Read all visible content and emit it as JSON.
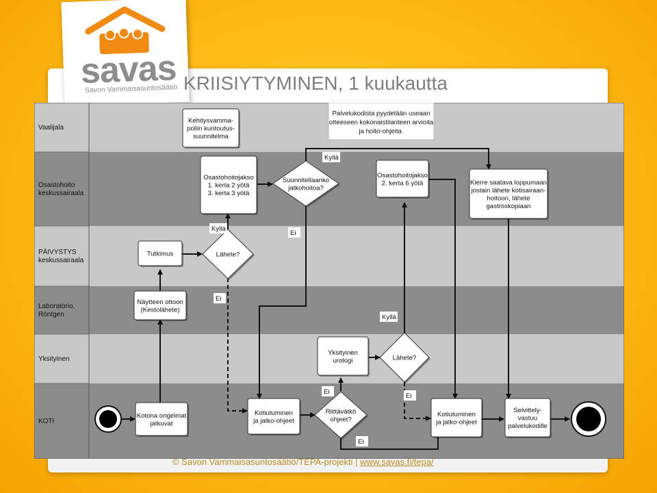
{
  "title": "KRIISIYTYMINEN, 1 kuukautta",
  "logo": {
    "word": "savas",
    "subtitle": "Savon Vammaisasuntosäätiö"
  },
  "footer": {
    "text": "© Savon Vammaisasuntosäätiö/TEPA-projekti | ",
    "link": "www.savas.fi/tepa/"
  },
  "lanes": [
    {
      "lines": [
        "Vaalijala"
      ],
      "color": "#c8c8c8"
    },
    {
      "lines": [
        "Osastohoito",
        "keskussairaala"
      ],
      "color": "#8c8c8c"
    },
    {
      "lines": [
        "PÄIVYSTYS",
        "keskussairaala"
      ],
      "color": "#c8c8c8"
    },
    {
      "lines": [
        "Laboratorio,",
        "Röntgen"
      ],
      "color": "#8c8c8c"
    },
    {
      "lines": [
        "Yksityinen"
      ],
      "color": "#c8c8c8"
    },
    {
      "lines": [
        "KOTI"
      ],
      "color": "#8c8c8c"
    }
  ],
  "note": [
    "Palvelukodista pyydetään useaan",
    "otteeseen kokonaistilanteen arvioita",
    "ja hoito-ohjeita."
  ],
  "boxes": {
    "kehitysvamma": [
      "Kehitysvamma-",
      "poliin kuntoutus-",
      "suunnitelma"
    ],
    "osasto1": [
      "Osastohoitojakso",
      "1. kerta 2 yötä",
      "3. kerta 3 yötä"
    ],
    "osasto2": [
      "Osastohoitojakso",
      "2. kerta 6 yötä"
    ],
    "kierre": [
      "Kierre saatava loppumaan",
      "jostain lähete kotisairaan-",
      "hoitoon, lähete",
      "gastroskopiaan"
    ],
    "tutkimus": [
      "Tutkimus"
    ],
    "naytteen": [
      "Näytteen ottoon",
      "(Kestolähete)"
    ],
    "urologi": [
      "Yksityinen",
      "urologi"
    ],
    "kotona": [
      "Kotona ongelmat",
      "jatkuvat"
    ],
    "kotiutuminen1": [
      "Kotiutuminen",
      "ja jatko-ohjeet"
    ],
    "kotiutuminen2": [
      "Kotiutuminen",
      "ja jatko-ohjeet"
    ],
    "selvittely": [
      "Selvittely-",
      "vastuu",
      "palvelukodille"
    ]
  },
  "decisions": {
    "suunnitellaanko": [
      "Suunnitellaanko",
      "jatkohoitoa?"
    ],
    "lahete1": [
      "Lähete?"
    ],
    "riittavatko": [
      "Riittävätkö",
      "ohjeet?"
    ],
    "lahete2": [
      "Lähete?"
    ]
  },
  "labels": {
    "kylla1": "Kyllä",
    "ei1": "Ei",
    "kylla2": "Kyllä",
    "ei2": "Ei",
    "kylla3": "Kyllä",
    "ei3": "Ei",
    "ei4": "Ei",
    "ei5": "Ei"
  }
}
